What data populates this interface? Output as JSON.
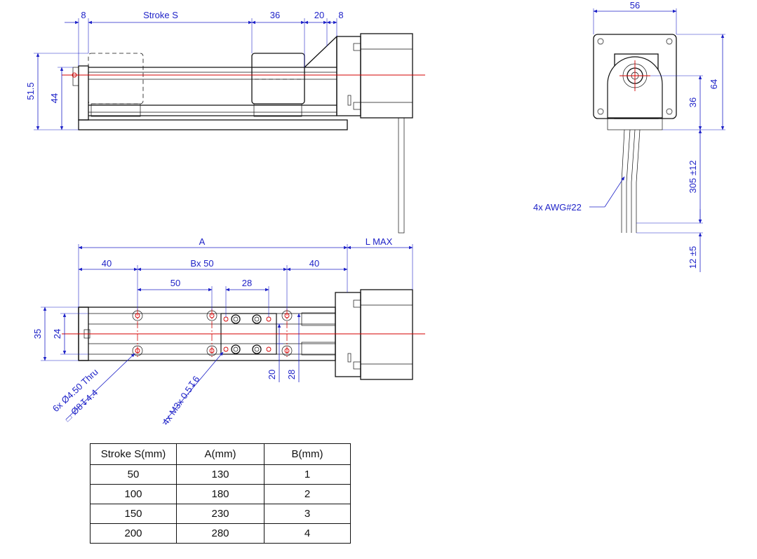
{
  "side_view": {
    "dim_top": [
      "8",
      "Stroke S",
      "36",
      "20",
      "8"
    ],
    "dim_left": [
      "51.5",
      "44"
    ]
  },
  "end_view": {
    "dim_width": "56",
    "dim_height_total": "64",
    "dim_height_center": "36",
    "dim_cable": "305 ±12",
    "dim_strip": "12 ±5",
    "cable_note": "4x AWG#22"
  },
  "top_view": {
    "dim_A": "A",
    "dim_L": "L MAX",
    "dim_40_left": "40",
    "dim_B": "Bx 50",
    "dim_40_right": "40",
    "dim_50": "50",
    "dim_28_top": "28",
    "dim_35": "35",
    "dim_24": "24",
    "dim_20": "20",
    "dim_28_side": "28",
    "note_holes_1": "6x Ø4.50 Thru",
    "note_holes_2": "⌴ Ø8↧4.4",
    "note_threads": "4x M3x 0.5↧6"
  },
  "table": {
    "headers": [
      "Stroke S(mm)",
      "A(mm)",
      "B(mm)"
    ],
    "rows": [
      [
        "50",
        "130",
        "1"
      ],
      [
        "100",
        "180",
        "2"
      ],
      [
        "150",
        "230",
        "3"
      ],
      [
        "200",
        "280",
        "4"
      ]
    ]
  }
}
